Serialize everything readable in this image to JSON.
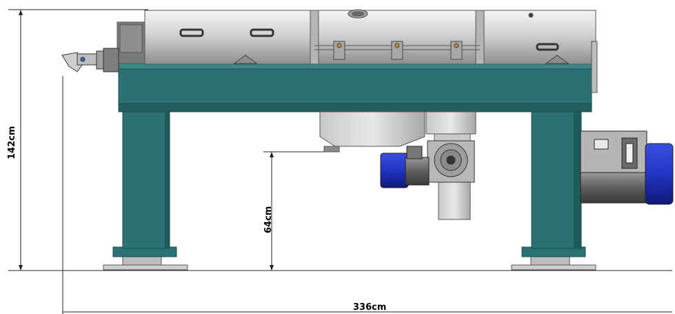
{
  "dimensions": {
    "height": "142cm",
    "inlet_height": "64cm",
    "length": "336cm"
  },
  "colors": {
    "frame_teal": "#2a7273",
    "steel_light": "#dcdcdc",
    "steel_dark": "#9a9a9a",
    "motor_blue": "#2233bb",
    "motor_grey": "#6b6b6b"
  },
  "icons": {
    "feed_inlet": "pipe-fitting-icon",
    "motor": "electric-motor-icon"
  }
}
